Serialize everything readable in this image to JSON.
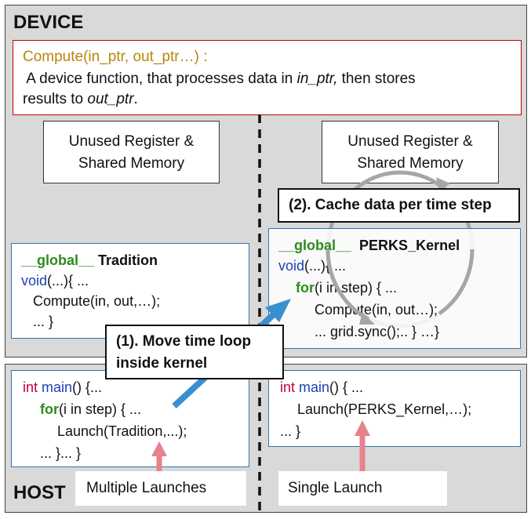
{
  "device": {
    "title": "DEVICE",
    "compute_header": "Compute(in_ptr, out_ptr…) :",
    "compute_desc_1": " A device function, that processes data in ",
    "compute_desc_in_ptr": "in_ptr,",
    "compute_desc_2": " then stores",
    "compute_desc_3": "results to ",
    "compute_desc_out_ptr": "out_ptr",
    "compute_desc_4": ".",
    "unused_left": [
      "Unused Register &",
      "Shared Memory"
    ],
    "unused_right": [
      "Unused Register &",
      "Shared Memory"
    ],
    "cache_label": "(2). Cache data per time step",
    "move_label": [
      "(1). Move time loop",
      "inside kernel"
    ],
    "tradition_code": {
      "global_kw": "__global__",
      "name": " Tradition",
      "void_kw": "void",
      "line2_rest": "(...){ ...",
      "line3": "   Compute(in, out,…);",
      "line4": "   ... }"
    },
    "perks_code": {
      "global_kw": "__global__",
      "name": "  PERKS_Kernel",
      "void_kw": "void",
      "line2_rest": "(...){ ...",
      "for_kw": "for",
      "line3_rest": "(i in step) { ...",
      "line4": "Compute(in, out…);",
      "line5": "... grid.sync();.. } …}"
    }
  },
  "host": {
    "title": "HOST",
    "left_code": {
      "int_kw": "int",
      "main_kw": "main",
      "line1_rest": "() {...",
      "for_kw": "for",
      "line2_rest": "(i in step) { ...",
      "line3": "Launch(Tradition,...);",
      "line4": "... }... }"
    },
    "right_code": {
      "int_kw": "int",
      "main_kw": "main",
      "line1_rest": "() { ...",
      "line2": "Launch(PERKS_Kernel,…);",
      "line3": "... }"
    },
    "multiple_launches": "Multiple Launches",
    "single_launch": "Single Launch"
  },
  "colors": {
    "section_bg": "#d9d9d9",
    "compute_border": "#c00000",
    "compute_header": "#b8860b",
    "code_border": "#2f75b5",
    "arrow_blue": "#3a8fd1",
    "arrow_pink": "#e8828c",
    "loop_gray": "#a6a6a6",
    "kw_green": "#2e8b1e",
    "kw_blue": "#1f3fb8",
    "kw_red": "#c0003c"
  },
  "icons": [
    "blue-arrow",
    "pink-up-arrow",
    "gray-cycle-arrow",
    "dashed-divider"
  ]
}
